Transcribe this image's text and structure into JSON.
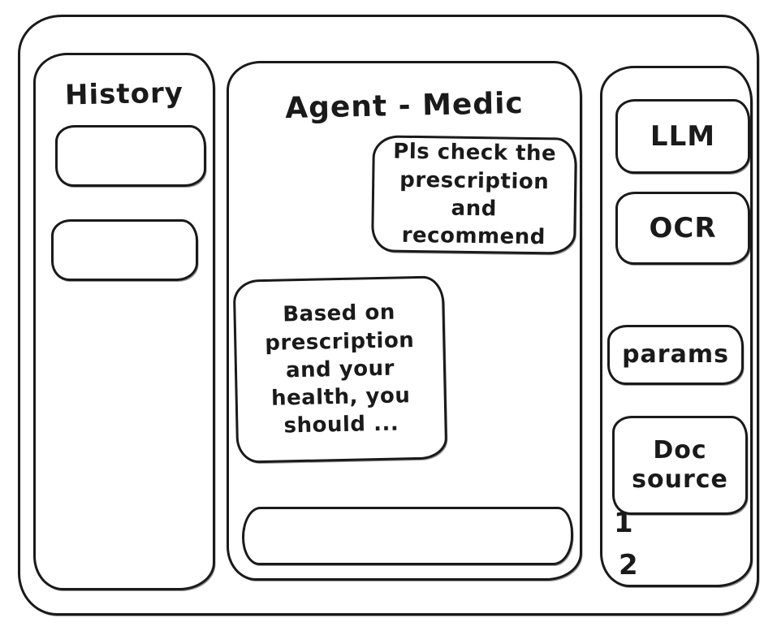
{
  "window": {
    "background_color": "#ffffff",
    "ink_color": "#1a1a1a"
  },
  "history": {
    "title": "History",
    "items": [
      {
        "label": ""
      },
      {
        "label": ""
      }
    ]
  },
  "chat": {
    "title": "Agent - Medic",
    "messages": [
      {
        "role": "user",
        "text": "Pls check the prescription and recommend"
      },
      {
        "role": "agent",
        "text": "Based on prescription and your health, you should ..."
      }
    ],
    "input": {
      "value": ""
    }
  },
  "tools": {
    "buttons": [
      {
        "label": "LLM"
      },
      {
        "label": "OCR"
      },
      {
        "label": "params"
      },
      {
        "label": "Doc source"
      }
    ],
    "markers": [
      "1",
      "2"
    ]
  }
}
